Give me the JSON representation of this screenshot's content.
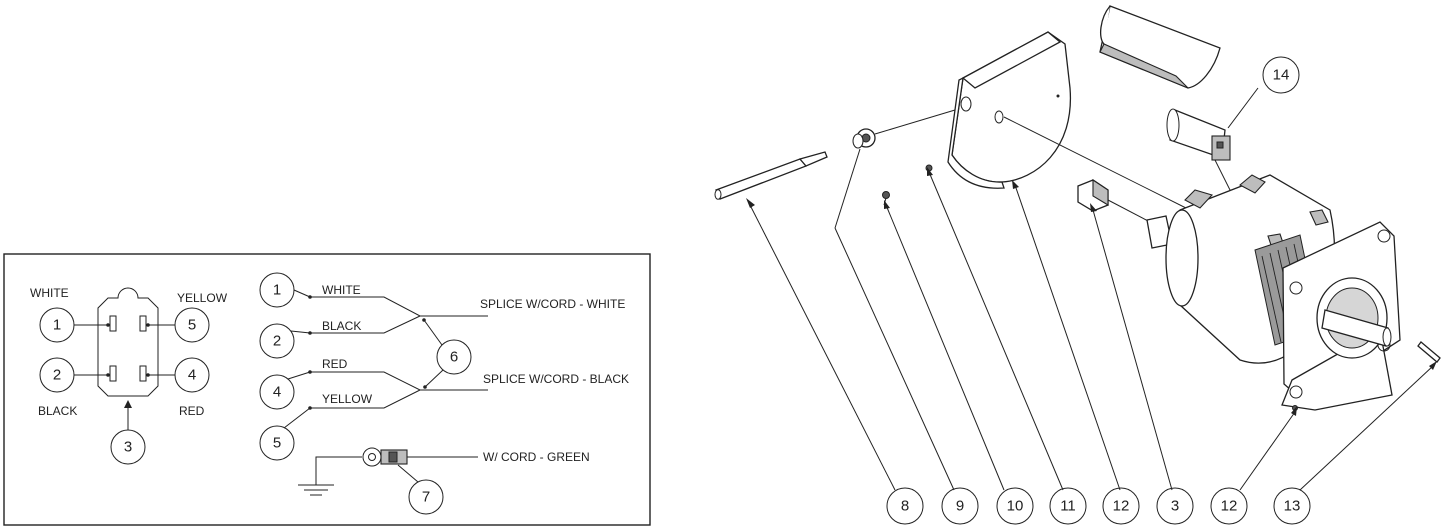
{
  "wiring_box": {
    "receptacle_labels": {
      "white": "WHITE",
      "yellow": "YELLOW",
      "black": "BLACK",
      "red": "RED"
    },
    "receptacle_numbers": {
      "n1": "1",
      "n5": "5",
      "n2": "2",
      "n4": "4",
      "n3": "3"
    },
    "splice_wires": {
      "white": "WHITE",
      "black": "BLACK",
      "red": "RED",
      "yellow": "YELLOW"
    },
    "splice_numbers": {
      "n1": "1",
      "n2": "2",
      "n4": "4",
      "n5": "5",
      "n6": "6",
      "n7": "7"
    },
    "notes": {
      "splice_white": "SPLICE W/CORD - WHITE",
      "splice_black": "SPLICE W/CORD - BLACK",
      "cord_green": "W/ CORD - GREEN"
    }
  },
  "exploded_view": {
    "callouts": {
      "c8": "8",
      "c9": "9",
      "c10": "10",
      "c11": "11",
      "c12a": "12",
      "c3": "3",
      "c12b": "12",
      "c13": "13",
      "c14": "14"
    }
  }
}
